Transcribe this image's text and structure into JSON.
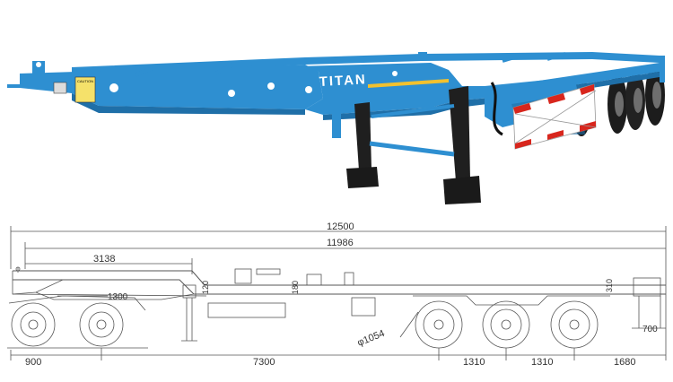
{
  "photo": {
    "brand_text": "TITAN",
    "caution_label": "CAUTION"
  },
  "drawing": {
    "overall_length": "12500",
    "inner_length": "11986",
    "front_section_length": "3138",
    "front_wheel_marker": "1300",
    "mid_height_a": "120",
    "mid_height_b": "180",
    "rear_height": "310",
    "rear_bumper_height": "700",
    "wheel_diameter": "φ1054",
    "bottom_front_overhang": "900",
    "bottom_wheelbase": "7300",
    "axle_spacing_1": "1310",
    "axle_spacing_2": "1310",
    "rear_overhang": "1680"
  },
  "colors": {
    "frame_blue": "#2e8fd1",
    "frame_blue_dark": "#1f6fa8",
    "dark_steel": "#3a3a3a",
    "tire": "#1c1c1c",
    "red_stripe": "#d8261d",
    "line": "#555555"
  }
}
